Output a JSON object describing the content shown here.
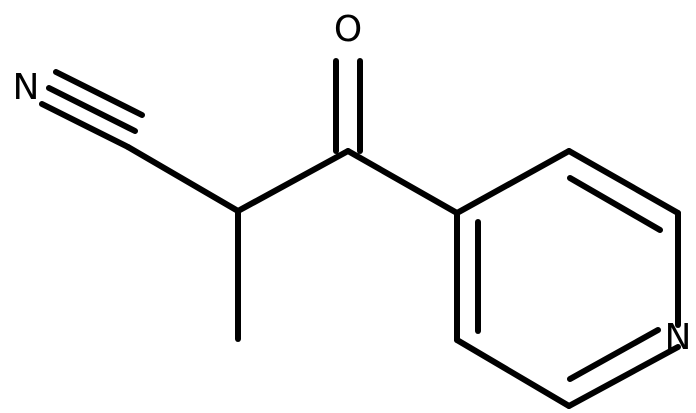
{
  "molecule": {
    "atoms": {
      "nitrile_n": "N",
      "carbonyl_o": "O",
      "ring_n": "N"
    }
  }
}
